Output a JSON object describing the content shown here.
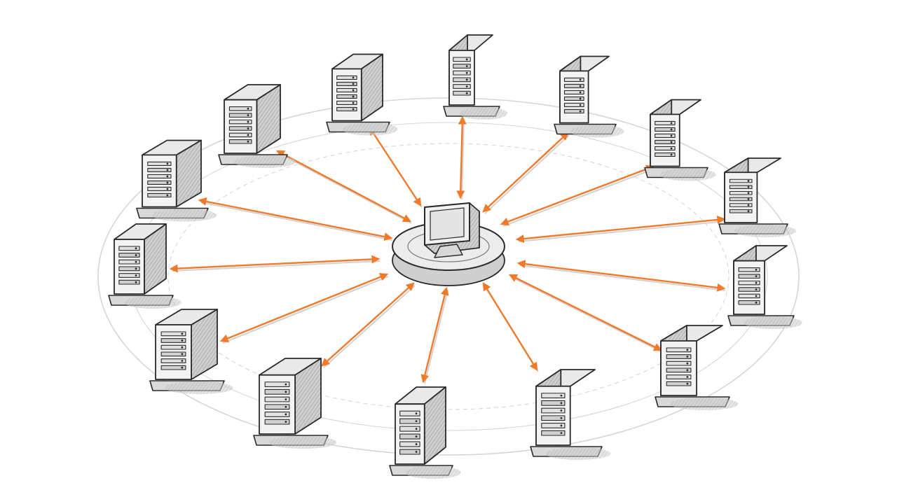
{
  "diagram": {
    "type": "star-network",
    "hub": {
      "label": "",
      "icon": "monitor-icon"
    },
    "nodes": [
      {
        "id": "server-1",
        "icon": "server-tower-icon"
      },
      {
        "id": "server-2",
        "icon": "server-tower-icon"
      },
      {
        "id": "server-3",
        "icon": "server-tower-icon"
      },
      {
        "id": "server-4",
        "icon": "server-tower-icon"
      },
      {
        "id": "server-5",
        "icon": "server-tower-icon"
      },
      {
        "id": "server-6",
        "icon": "server-tower-icon"
      },
      {
        "id": "server-7",
        "icon": "server-tower-icon"
      },
      {
        "id": "server-8",
        "icon": "server-tower-icon"
      },
      {
        "id": "server-9",
        "icon": "server-tower-icon"
      },
      {
        "id": "server-10",
        "icon": "server-tower-icon"
      },
      {
        "id": "server-11",
        "icon": "server-tower-icon"
      },
      {
        "id": "server-12",
        "icon": "server-tower-icon"
      },
      {
        "id": "server-13",
        "icon": "server-tower-icon"
      },
      {
        "id": "server-14",
        "icon": "server-tower-icon"
      },
      {
        "id": "server-15",
        "icon": "server-tower-icon"
      },
      {
        "id": "server-16",
        "icon": "server-tower-icon"
      }
    ],
    "edges": [
      {
        "from": "hub",
        "to": "server-1"
      },
      {
        "from": "hub",
        "to": "server-2"
      },
      {
        "from": "hub",
        "to": "server-3"
      },
      {
        "from": "hub",
        "to": "server-4"
      },
      {
        "from": "hub",
        "to": "server-5"
      },
      {
        "from": "hub",
        "to": "server-6"
      },
      {
        "from": "hub",
        "to": "server-7"
      },
      {
        "from": "hub",
        "to": "server-8"
      },
      {
        "from": "hub",
        "to": "server-9"
      },
      {
        "from": "hub",
        "to": "server-10"
      },
      {
        "from": "hub",
        "to": "server-11"
      },
      {
        "from": "hub",
        "to": "server-12"
      },
      {
        "from": "hub",
        "to": "server-13"
      },
      {
        "from": "hub",
        "to": "server-14"
      },
      {
        "from": "hub",
        "to": "server-15"
      },
      {
        "from": "hub",
        "to": "server-16"
      }
    ],
    "colors": {
      "connector": "#f07a2a",
      "ink": "#2a2a2a",
      "shade": "#bdbdbd",
      "face": "#f3f3f3",
      "ring": "#d6d6d6"
    },
    "style": "pencil-sketch"
  }
}
